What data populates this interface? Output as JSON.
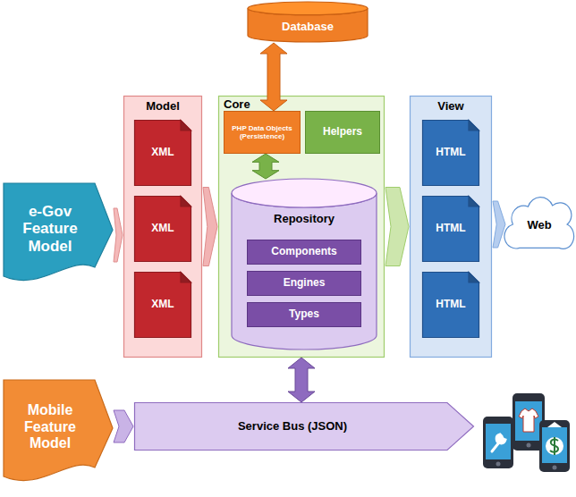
{
  "diagram": {
    "nodes": [
      {
        "text": [
          "Database"
        ]
      },
      {
        "text": [
          "e-Gov Feature Model"
        ]
      },
      {
        "text": [
          "Model"
        ]
      },
      {
        "text": [
          "XML"
        ],
        "in": 2
      },
      {
        "text": [
          "XML"
        ],
        "in": 2
      },
      {
        "text": [
          "XML"
        ],
        "in": 2
      },
      {
        "text": [
          "Core"
        ]
      },
      {
        "text": [
          "PHP Data Objects (Persistence)"
        ],
        "in": 6
      },
      {
        "text": [
          "Helpers"
        ],
        "in": 6
      },
      {
        "text": [
          "Repository"
        ],
        "in": 6
      },
      {
        "text": [
          "Components"
        ],
        "in": 9
      },
      {
        "text": [
          "Engines"
        ],
        "in": 9
      },
      {
        "text": [
          "Types"
        ],
        "in": 9
      },
      {
        "text": [
          "View"
        ]
      },
      {
        "text": [
          "HTML"
        ],
        "in": 13
      },
      {
        "text": [
          "HTML"
        ],
        "in": 13
      },
      {
        "text": [
          "HTML"
        ],
        "in": 13
      },
      {
        "text": [
          "Web"
        ]
      },
      {
        "text": [
          "Mobile Feature Model"
        ]
      },
      {
        "text": [
          "Service Bus (JSON)"
        ]
      }
    ],
    "edges": [
      {
        "from": 0,
        "to": 7,
        "arrow": "both"
      },
      {
        "from": 7,
        "to": 9,
        "arrow": "both"
      },
      {
        "from": 1,
        "to": 2,
        "arrow": "to"
      },
      {
        "from": 2,
        "to": 6,
        "arrow": "to"
      },
      {
        "from": 6,
        "to": 13,
        "arrow": "to"
      },
      {
        "from": 13,
        "to": 17,
        "arrow": "to"
      },
      {
        "from": 6,
        "to": 19,
        "arrow": "both"
      },
      {
        "from": 18,
        "to": 19,
        "arrow": "to"
      }
    ]
  }
}
